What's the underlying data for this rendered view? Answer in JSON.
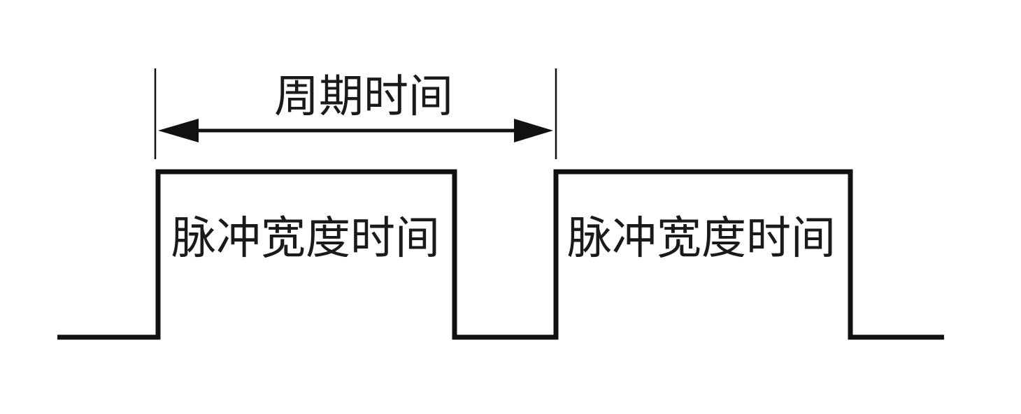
{
  "diagram": {
    "period_label": "周期时间",
    "pulses": [
      {
        "label": "脉冲宽度时间"
      },
      {
        "label": "脉冲宽度时间"
      }
    ]
  },
  "colors": {
    "stroke": "#111111",
    "text": "#1a1a1a",
    "background": "#ffffff"
  }
}
